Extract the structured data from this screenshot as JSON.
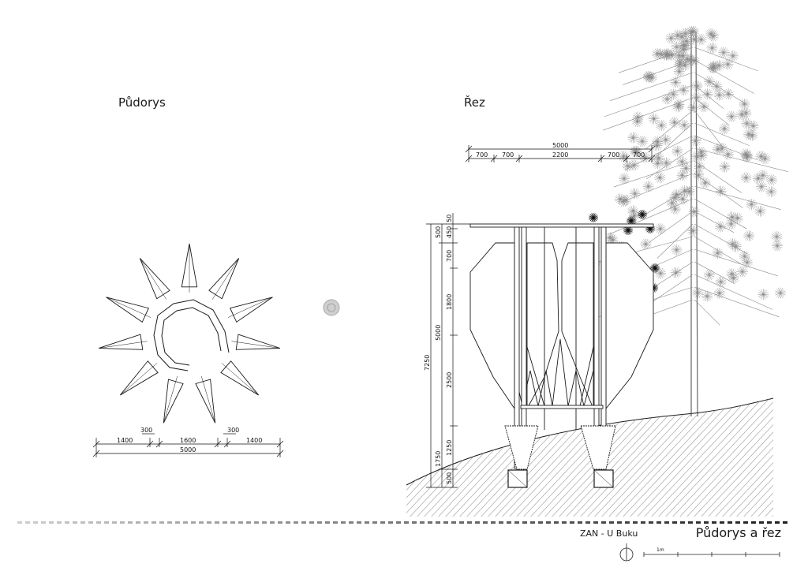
{
  "titles": {
    "plan": "Půdorys",
    "section": "Řez",
    "sheet": "Půdorys a řez",
    "project": "ZAN - U Buku"
  },
  "scale_bar": {
    "label": "1m"
  },
  "plan_dimensions": {
    "top": [
      "300",
      "300"
    ],
    "segments": [
      "1400",
      "1600",
      "1400"
    ],
    "total": "5000"
  },
  "section_dimensions": {
    "total_top": "5000",
    "top_segments": [
      "700",
      "700",
      "2200",
      "700",
      "700"
    ],
    "vertical_outer": "7250",
    "vertical_mid": [
      "500",
      "5000",
      "1750"
    ],
    "vertical_inner": [
      "50",
      "450",
      "700",
      "1800",
      "2500",
      "1250",
      "500"
    ]
  },
  "colors": {
    "line": "#1a1a1a",
    "hatch": "#9a9a9a",
    "tree": "#8a8a8a",
    "dash_light": "#c8c8c8",
    "dash_dark": "#333333"
  }
}
